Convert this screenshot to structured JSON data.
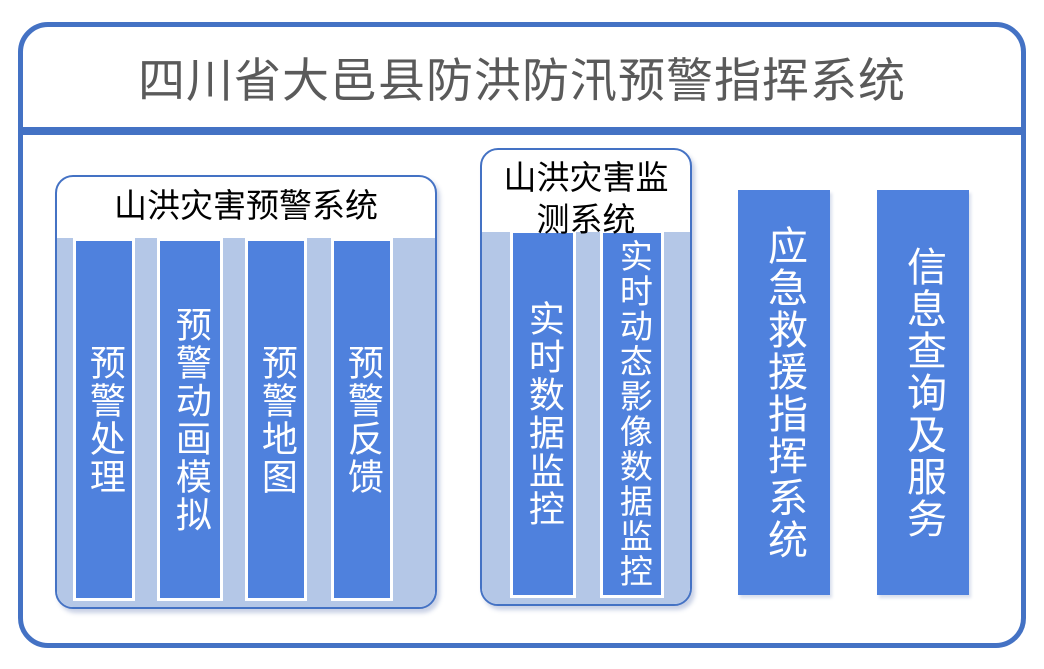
{
  "header": {
    "title": "四川省大邑县防洪防汛预警指挥系统",
    "title_color": "#5a5a5a",
    "rule_color": "#4472C4"
  },
  "theme": {
    "frame_border": "#4472C4",
    "group_fill": "#B4C7E7",
    "panel_fill": "#4F81DD",
    "panel_border": "#FFFFFF",
    "panel_text": "#FFFFFF",
    "group_title_text": "#000000"
  },
  "groups": [
    {
      "name": "warning-system",
      "title": "山洪灾害预警系统",
      "panels": [
        {
          "name": "warning-processing",
          "label": "预警处理"
        },
        {
          "name": "warning-animation-simulation",
          "label": "预警动画模拟"
        },
        {
          "name": "warning-map",
          "label": "预警地图"
        },
        {
          "name": "warning-feedback",
          "label": "预警反馈"
        }
      ]
    },
    {
      "name": "monitoring-system",
      "title": "山洪灾害监测系统",
      "panels": [
        {
          "name": "realtime-data-monitoring",
          "label": "实时数据监控"
        },
        {
          "name": "realtime-dynamic-image-data-monitoring",
          "label": "实时动态影像数据监控"
        }
      ]
    }
  ],
  "standalone_panels": [
    {
      "name": "emergency-rescue-command-system",
      "label": "应急救援指挥系统"
    },
    {
      "name": "information-query-and-service",
      "label": "信息查询及服务"
    }
  ]
}
